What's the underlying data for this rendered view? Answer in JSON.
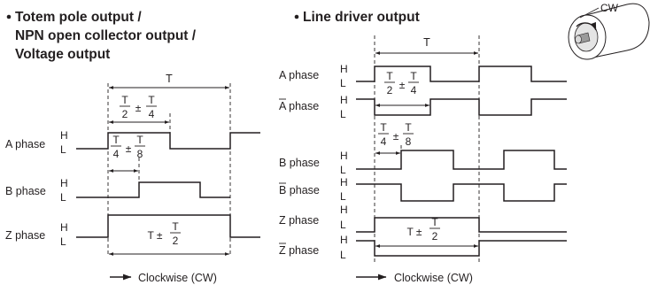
{
  "left": {
    "title_lines": [
      "Totem pole output /",
      "NPN open collector output /",
      "Voltage output"
    ],
    "phases": [
      "A phase",
      "B phase",
      "Z phase"
    ],
    "level_high": "H",
    "level_low": "L",
    "period_label": "T",
    "duty_label": "T/2 ± T/4",
    "phase_diff_label": "T/4 ± T/8",
    "z_width_label": "T ± T/2",
    "direction_label": "Clockwise (CW)"
  },
  "right": {
    "title": "Line driver output",
    "phases": [
      "A phase",
      "A phase",
      "B phase",
      "B phase",
      "Z phase",
      "Z phase"
    ],
    "inverted": [
      false,
      true,
      false,
      true,
      false,
      true
    ],
    "level_high": "H",
    "level_low": "L",
    "period_label": "T",
    "duty_label": "T/2 ± T/4",
    "phase_diff_label": "T/4 ± T/8",
    "z_width_label": "T ± T/2",
    "direction_label": "Clockwise (CW)",
    "encoder_direction": "CW"
  }
}
